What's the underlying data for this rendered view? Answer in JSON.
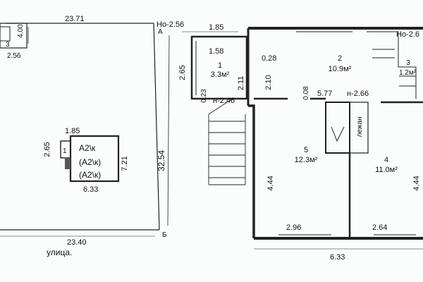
{
  "site_plan": {
    "top_width": "23.71",
    "bottom_width": "23.40",
    "right_depth": "32.54",
    "corner_a": "А",
    "corner_b": "Б",
    "street": "улица.",
    "corner_dims": [
      "4.00",
      "3",
      "2.56"
    ],
    "house": {
      "dim_top": "1.85",
      "dim_left": "2.65",
      "dim_right": "7.21",
      "dim_bottom": "6.33",
      "room_1": "1",
      "labels": [
        "А2\\к",
        "(А2\\к)",
        "(А2\\к)"
      ]
    }
  },
  "floor_plan": {
    "level_left": "Но-2.56",
    "level_right": "Но-2.6",
    "top_dim": "1.85",
    "left_dims": [
      "2.65",
      "0.23",
      "2.11",
      "2.10",
      "4.44"
    ],
    "right_dims": [
      "4.44"
    ],
    "inner_dims": [
      "1.58",
      "0.28",
      "0.08",
      "5.77"
    ],
    "bottom_dims": [
      "2.96",
      "2.64",
      "6.33"
    ],
    "level_marks": [
      "н-2.46",
      "н-2.66"
    ],
    "rooms": [
      {
        "num": "1",
        "area": "3.3м²"
      },
      {
        "num": "2",
        "area": "10.9м²"
      },
      {
        "num": "3",
        "area": "1.2м²"
      },
      {
        "num": "4",
        "area": "11.0м²"
      },
      {
        "num": "5",
        "area": "12.3м²"
      }
    ],
    "stove_label": "лежан"
  }
}
